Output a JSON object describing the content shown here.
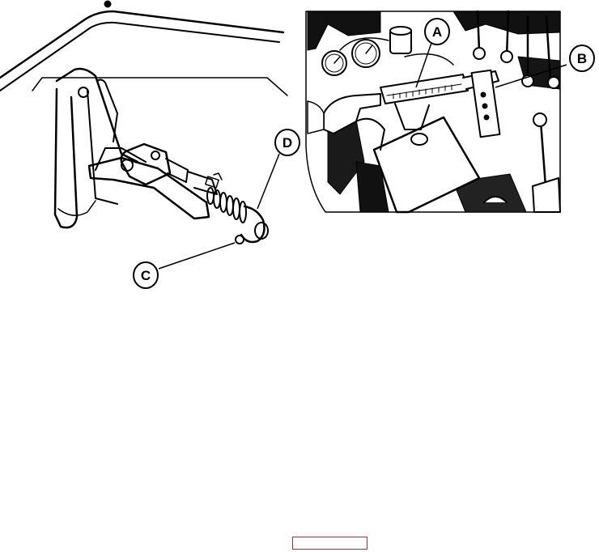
{
  "figure": {
    "callouts": {
      "a": "A",
      "b": "B",
      "c": "C",
      "d": "D"
    }
  },
  "footer": {
    "nav_link_color": "#c62828"
  }
}
